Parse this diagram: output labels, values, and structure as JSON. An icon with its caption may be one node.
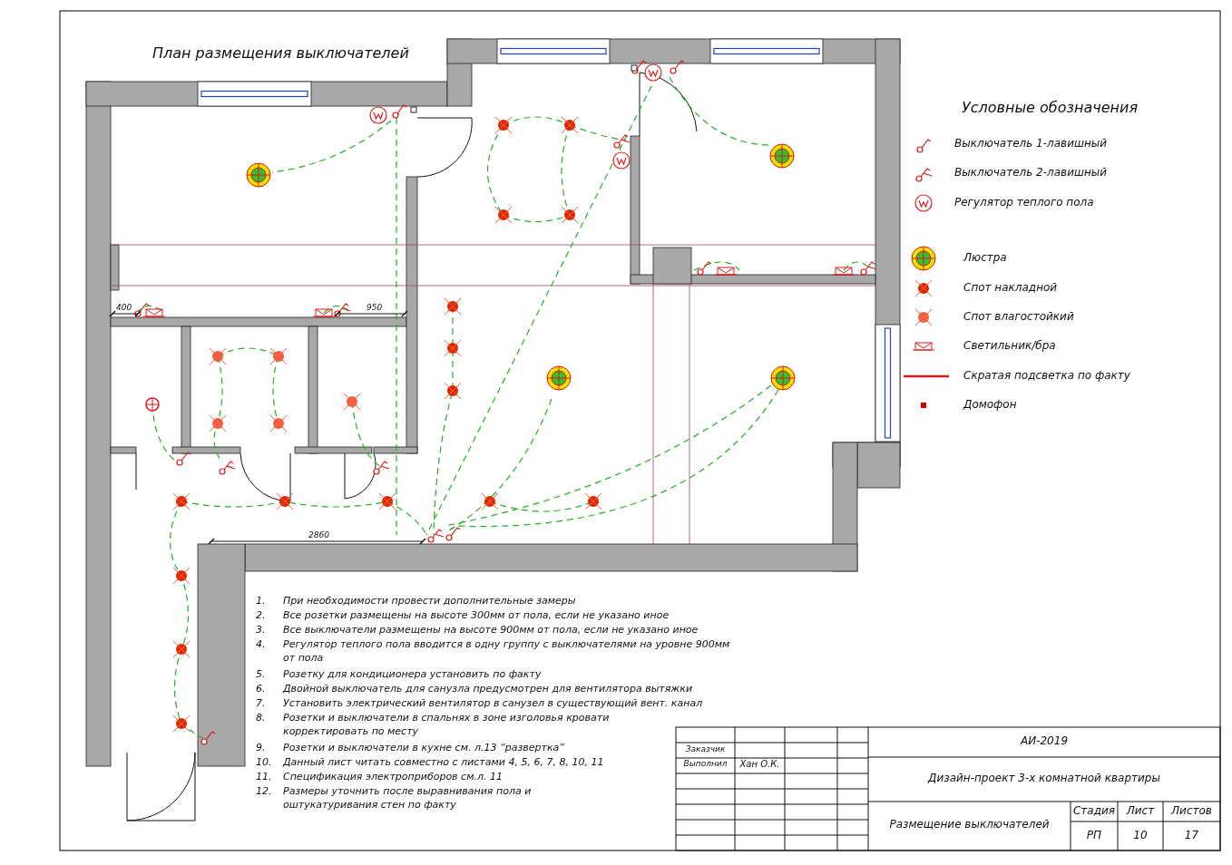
{
  "diagram": {
    "title": "План размещения выключателей",
    "labels": [
      "400",
      "950",
      "2860",
      "Условные обозначения",
      "1.",
      "При необходимости провести дополнительные замеры",
      "2.",
      "Все розетки размещены на высоте 300мм от пола, если не указано иное",
      "3.",
      "Все выключатели размещены на высоте 900мм от пола, если не указано иное",
      "4.",
      "Регулятор теплого пола вводится в одну группу с выключателями на уровне 900мм от пола",
      "5.",
      "Розетку для кондиционера установить по факту",
      "6.",
      "Двойной выключатель для санузла предусмотрен для вентилятора вытяжки",
      "7.",
      "Установить электрический вентилятор в санузел в существующий вент. канал",
      "8.",
      "Розетки и выключатели в спальнях в зоне изголовья кровати корректировать по месту",
      "9.",
      "Розетки и выключатели в кухне см. л.13 “развертка”",
      "10.",
      "Данный лист читать совместно с листами 4, 5, 6, 7, 8, 10, 11",
      "11.",
      "Спецификация электроприборов см.л. 11",
      "12.",
      "Размеры уточнить после выравнивания пола и оштукатуривания стен по факту",
      "АИ-2019",
      "Заказчик",
      "Выполнил",
      "Хан О.К.",
      "Дизайн-проект 3-х комнатной квартиры",
      "Стадия",
      "Лист",
      "Листов",
      "Размещение выключателей",
      "РП",
      "10",
      "17"
    ],
    "legend": [
      {
        "text": "Выключатель 1-лавишный"
      },
      {
        "text": "Выключатель 2-лавишный"
      },
      {
        "text": "Регулятор теплого пола"
      },
      {
        "text": "Люстра"
      },
      {
        "text": "Спот накладной"
      },
      {
        "text": "Спот влагостойкий"
      },
      {
        "text": "Светильник/бра"
      },
      {
        "text": "Скратая подсветка по факту"
      },
      {
        "text": "Домофон"
      }
    ]
  }
}
